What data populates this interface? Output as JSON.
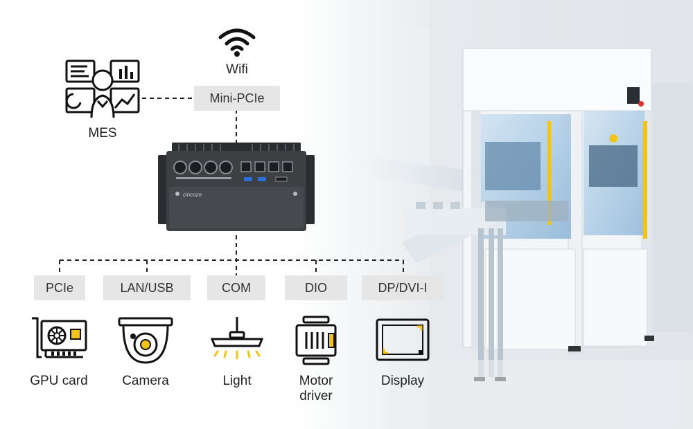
{
  "top": {
    "wifi_label": "Wifi",
    "mini_pcie_label": "Mini-PCIe",
    "mes_label": "MES"
  },
  "device": {
    "brand": "cincoze"
  },
  "interfaces": [
    {
      "label": "PCIe",
      "device": "GPU card",
      "icon": "gpu-card-icon"
    },
    {
      "label": "LAN/USB",
      "device": "Camera",
      "icon": "camera-icon"
    },
    {
      "label": "COM",
      "device": "Light",
      "icon": "light-icon"
    },
    {
      "label": "DIO",
      "device_line1": "Motor",
      "device_line2": "driver",
      "icon": "motor-driver-icon"
    },
    {
      "label": "DP/DVI-I",
      "device": "Display",
      "icon": "display-icon"
    }
  ],
  "colors": {
    "accent": "#f2c418",
    "line": "#222222",
    "box": "#e6e6e6",
    "device_body": "#3d3f43"
  }
}
